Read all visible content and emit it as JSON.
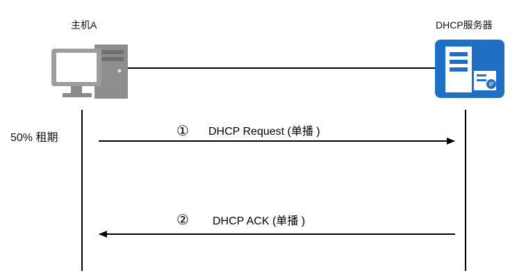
{
  "devices": {
    "host": {
      "label": "主机A",
      "icon": "desktop-computer-icon",
      "color": "#9a9a9a"
    },
    "server": {
      "label": "DHCP服务器",
      "icon": "dhcp-server-icon",
      "color": "#1f6fc5"
    }
  },
  "lease": {
    "label": "50% 租期"
  },
  "messages": [
    {
      "number": "①",
      "text": "DHCP Request (单播 )",
      "direction": "host-to-server"
    },
    {
      "number": "②",
      "text": "DHCP ACK (单播 )",
      "direction": "server-to-host"
    }
  ]
}
